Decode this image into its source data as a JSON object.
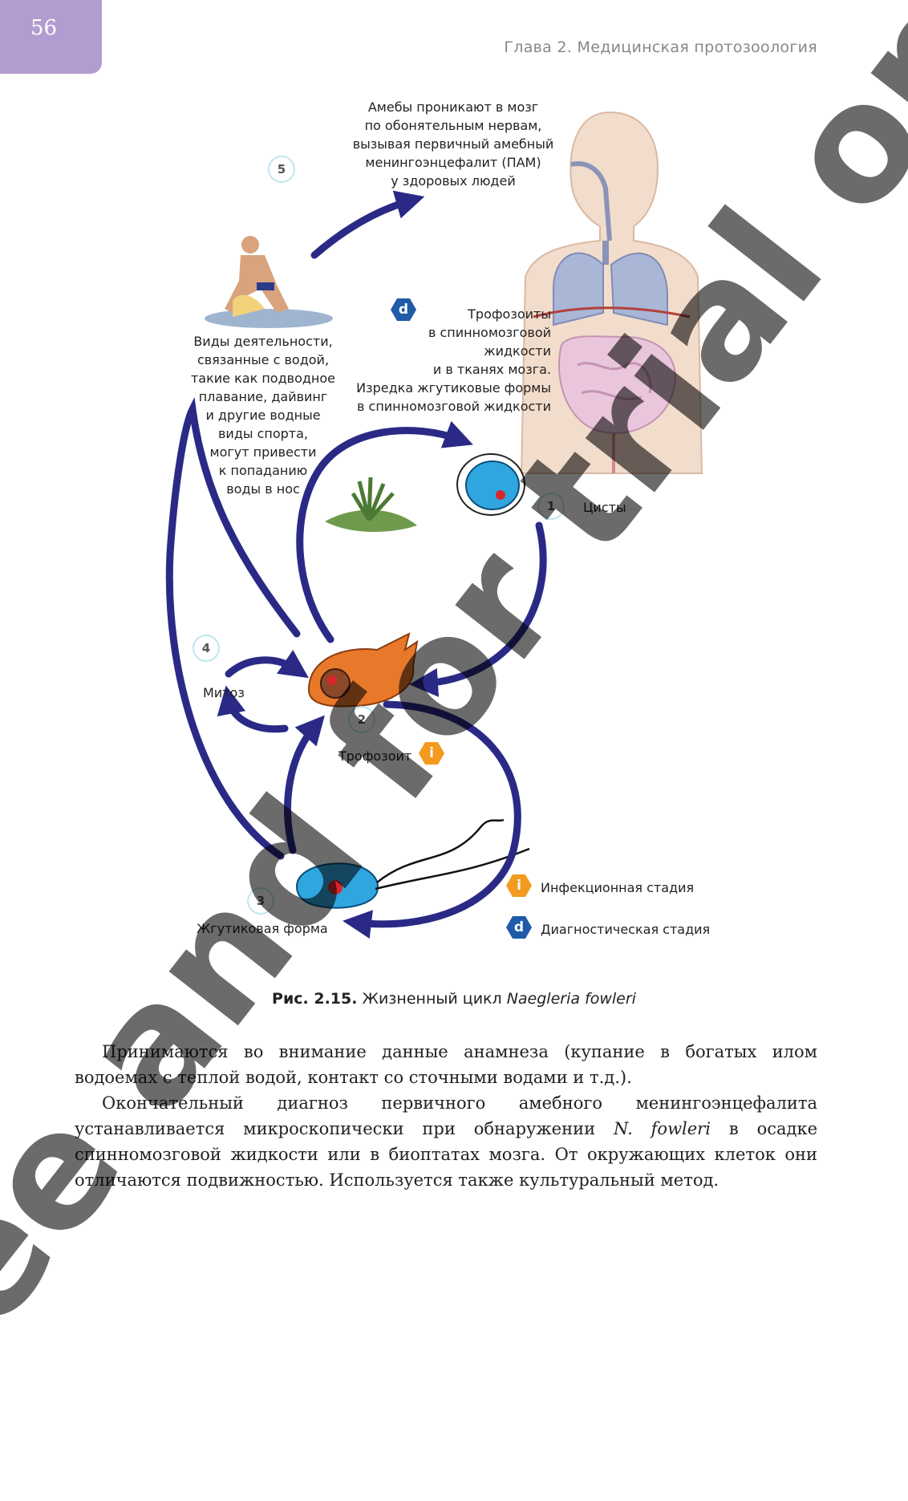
{
  "header": {
    "page_number": "56",
    "running_head": "Глава 2. Медицинская протозоология"
  },
  "figure": {
    "stage5": {
      "number": "5",
      "text_lines": [
        "Амебы проникают в мозг",
        "по обонятельным нервам,",
        "вызывая первичный амебный",
        "менингоэнцефалит (ПАМ)",
        "у здоровых людей"
      ]
    },
    "diag_note": {
      "marker": "d",
      "text_lines": [
        "Трофозоиты",
        "в спинномозговой",
        "жидкости",
        "и в тканях мозга.",
        "Изредка жгутиковые формы",
        "в спинномозговой жидкости"
      ]
    },
    "water_activity": {
      "text_lines": [
        "Виды деятельности,",
        "связанные с водой,",
        "такие как подводное",
        "плавание, дайвинг",
        "и другие водные",
        "виды спорта,",
        "могут привести",
        "к попаданию",
        "воды в нос"
      ]
    },
    "stage1": {
      "number": "1",
      "label": "Цисты"
    },
    "stage2": {
      "number": "2",
      "label": "Трофозоит",
      "marker": "i"
    },
    "stage3": {
      "number": "3",
      "label": "Жгутиковая форма"
    },
    "stage4": {
      "number": "4",
      "label": "Митоз"
    },
    "legend": [
      {
        "marker": "i",
        "label": "Инфекционная стадия"
      },
      {
        "marker": "d",
        "label": "Диагностическая стадия"
      }
    ],
    "colors": {
      "arrow": "#2a2a86",
      "cell": "#2fa6e0",
      "trophozoite": "#e8782a",
      "hex_i": "#f39a1f",
      "hex_d": "#1f5ba8"
    }
  },
  "caption": {
    "prefix": "Рис. 2.15.",
    "text": " Жизненный цикл ",
    "italic": "Naegleria fowleri"
  },
  "body": {
    "p1": "Принимаются во внимание данные анамнеза (купание в богатых илом водоемах с теплой водой, контакт со сточными водами и т.д.).",
    "p2_a": "Окончательный диагноз первичного амебного менингоэнцефалита устанавливается микроскопически при обнаружении ",
    "p2_italic": "N. fowleri",
    "p2_b": " в осадке спинномозговой жидкости или в биоптатах мозга. От окружающих клеток они отличаются подвижностью. Используется также культуральный метод."
  },
  "watermark": "Free and for trial only"
}
